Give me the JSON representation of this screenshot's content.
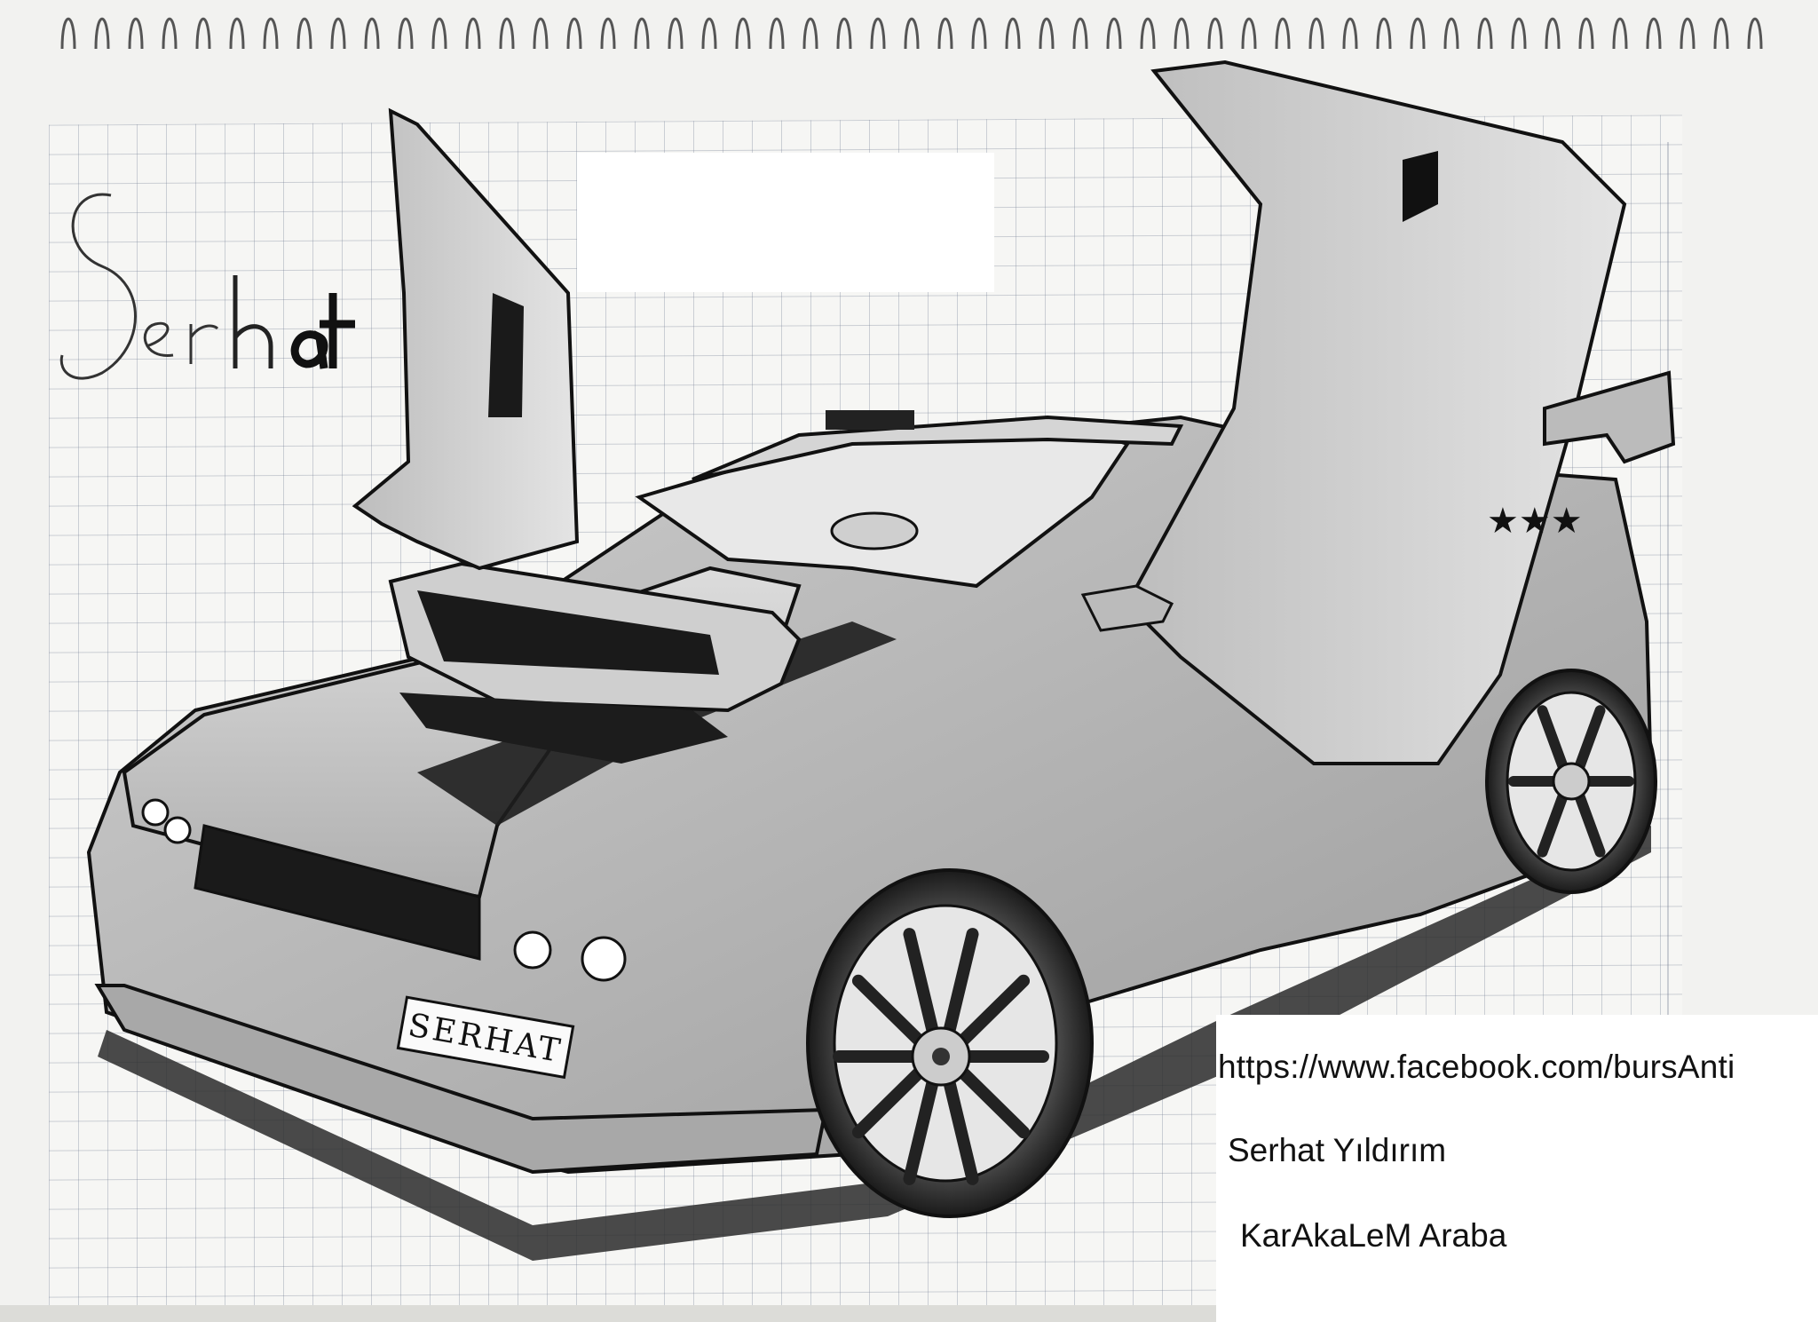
{
  "image": {
    "description_free": true
  },
  "drawing": {
    "signature_text": "Serhat",
    "license_plate": "SERHAT"
  },
  "caption": {
    "url": "https://www.facebook.com/bursAnti",
    "author": "Serhat Yıldırım",
    "title": "KarAkaLeM Araba"
  }
}
